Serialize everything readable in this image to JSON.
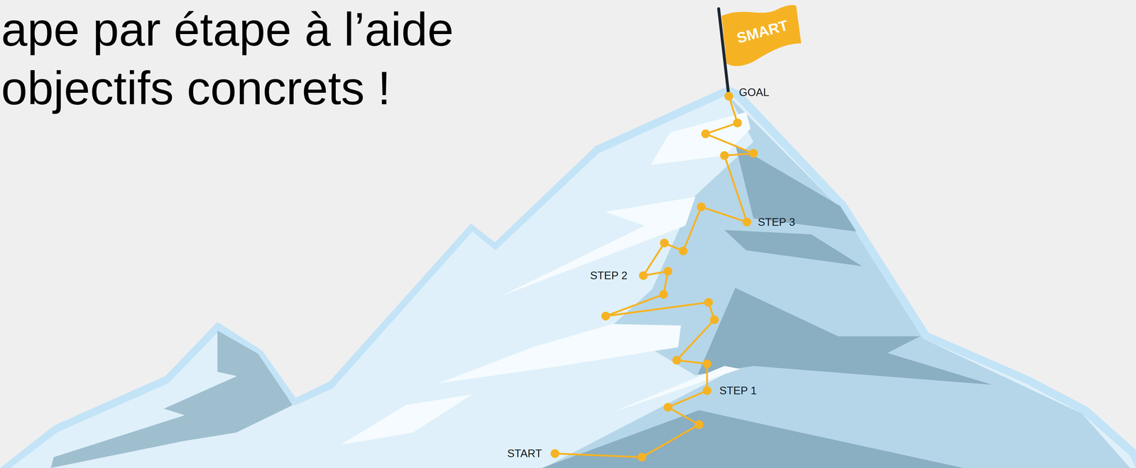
{
  "diagram": {
    "title": "ape par étape à l’aide objectifs concrets !",
    "labels": [
      "SMART",
      "GOAL",
      "STEP 3",
      "STEP 2",
      "STEP 1",
      "START"
    ]
  }
}
